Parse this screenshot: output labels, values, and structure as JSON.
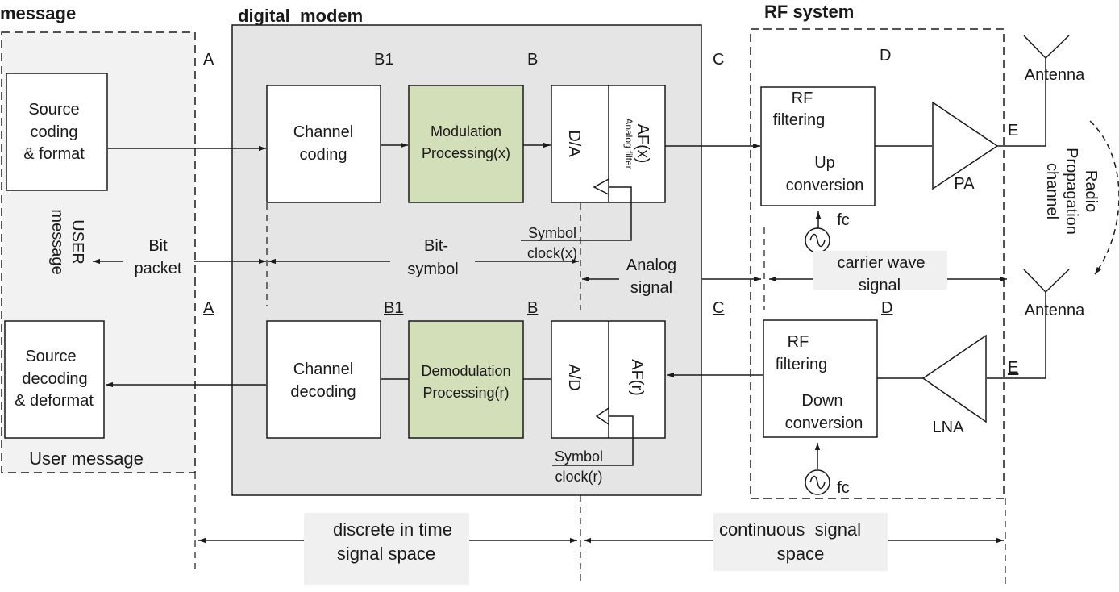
{
  "sections": {
    "message": "message",
    "digital_modem": "digital  modem",
    "rf_system": "RF system"
  },
  "ref_points": {
    "top": {
      "A": "A",
      "B1": "B1",
      "B": "B",
      "C": "C",
      "D": "D",
      "E": "E"
    },
    "bottom": {
      "A": "A",
      "B1": "B1",
      "B": "B",
      "C": "C",
      "D": "D",
      "E": "E"
    }
  },
  "blocks": {
    "source_coding": [
      "Source",
      "coding",
      "& format"
    ],
    "source_decoding": [
      "Source",
      "decoding",
      "& deformat"
    ],
    "channel_coding": [
      "Channel",
      "coding"
    ],
    "channel_decoding": [
      "Channel",
      "decoding"
    ],
    "modulation": [
      "Modulation",
      "Processing(x)"
    ],
    "demodulation": [
      "Demodulation",
      "Processing(r)"
    ],
    "da": "D/A",
    "ad": "A/D",
    "af_x": "AF(x)",
    "af_x_sub": "Analog filter",
    "af_r": "AF(r)",
    "rf_up": {
      "line1": "RF",
      "line2": "filtering",
      "line3": "Up",
      "line4": "conversion"
    },
    "rf_down": {
      "line1": "RF",
      "line2": "filtering",
      "line3": "Down",
      "line4": "conversion"
    },
    "pa": "PA",
    "lna": "LNA",
    "fc_top": "fc",
    "fc_bottom": "fc"
  },
  "labels": {
    "user_message_vertical": [
      "USER",
      "message"
    ],
    "user_message": "User message",
    "bit_packet": [
      "Bit",
      "packet"
    ],
    "bit_symbol": [
      "Bit-",
      "symbol"
    ],
    "symbol_clock_x": [
      "Symbol",
      "clock(x)"
    ],
    "symbol_clock_r": [
      "Symbol",
      "clock(r)"
    ],
    "analog_signal": [
      "Analog",
      "signal"
    ],
    "carrier_wave": [
      "carrier wave",
      "signal"
    ],
    "antenna_top": "Antenna",
    "antenna_bottom": "Antenna",
    "radio_channel": [
      "Radio",
      "Propagation",
      "channel"
    ],
    "discrete": [
      "discrete in time",
      "signal space"
    ],
    "continuous": [
      "continuous  signal",
      "space"
    ]
  },
  "colors": {
    "message_bg": "#f2f2f2",
    "modem_bg": "#e4e5e4",
    "green_block": "#d3dfb9",
    "label_bg": "#f0f0f0",
    "line": "#1a1a1a"
  }
}
